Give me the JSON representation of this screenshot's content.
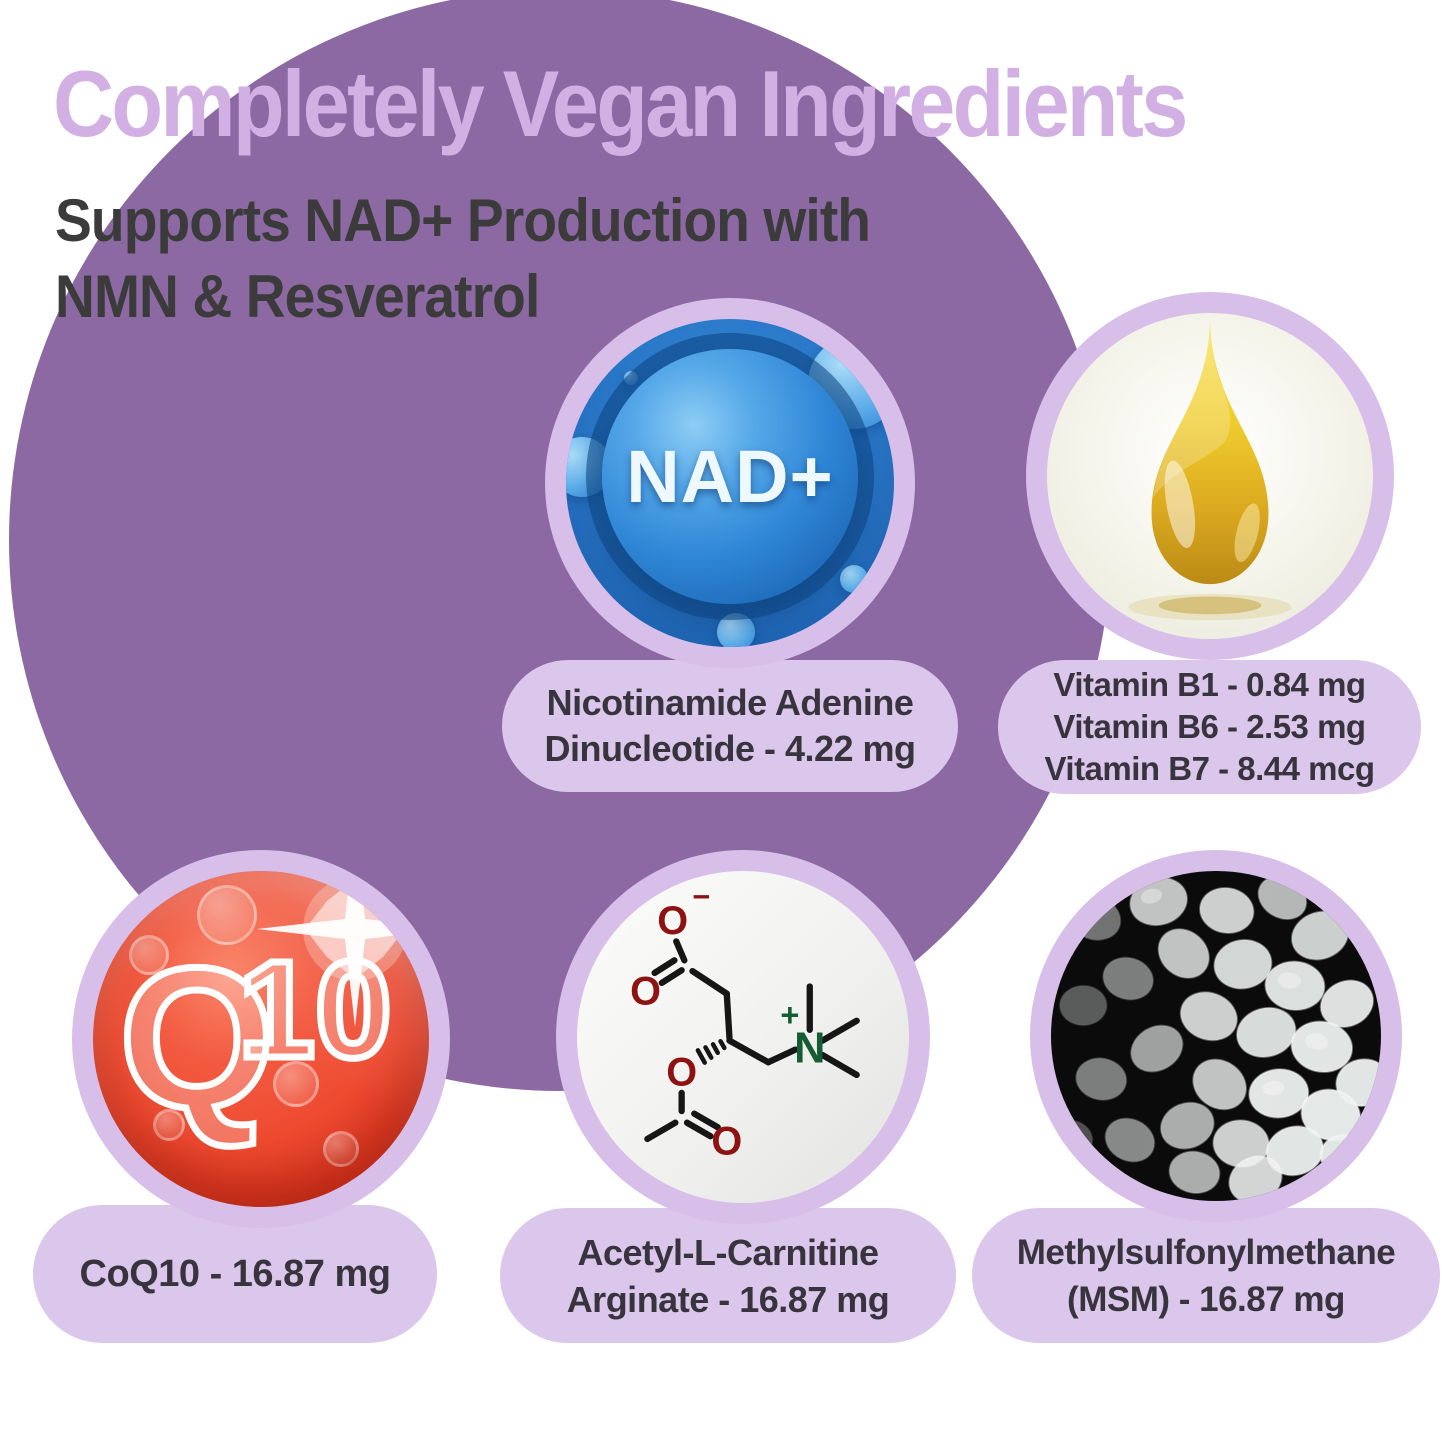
{
  "title": "Completely Vegan Ingredients",
  "subtitle_line1": "Supports NAD+ Production with",
  "subtitle_line2": "NMN & Resveratrol",
  "colors": {
    "background": "#ffffff",
    "big_circle_purple": "#8c69a3",
    "lavender_ring": "#d7bfe9",
    "lavender_pill": "#dbc6ec",
    "title_lavender": "#d2b0e4",
    "subtitle_dark": "#3b3b3b",
    "label_text": "#38343e",
    "nad_blue": "#2f86d6",
    "q10_red": "#ee4a30",
    "oil_gold": "#e3b51d"
  },
  "ingredients": [
    {
      "id": "nad",
      "sphere_text": "NAD+",
      "label_line1": "Nicotinamide Adenine",
      "label_line2": "Dinucleotide - 4.22 mg"
    },
    {
      "id": "vitamin-b",
      "label_line1": "Vitamin B1 - 0.84 mg",
      "label_line2": "Vitamin B6 - 2.53 mg",
      "label_line3": "Vitamin B7 - 8.44 mcg"
    },
    {
      "id": "coq10",
      "sphere_text_q": "Q",
      "sphere_text_10": "10",
      "label_line1": "CoQ10 - 16.87 mg"
    },
    {
      "id": "acetyl-l-carnitine",
      "label_line1": "Acetyl-L-Carnitine",
      "label_line2": "Arginate - 16.87 mg"
    },
    {
      "id": "msm",
      "label_line1": "Methylsulfonylmethane",
      "label_line2": "(MSM) - 16.87 mg"
    }
  ],
  "chem_atoms": {
    "carboxylate_o": "O",
    "carboxylate_charge": "−",
    "carbonyl_o": "O",
    "ester_o": "O",
    "acetyl_o": "O",
    "nitrogen": "N",
    "nitrogen_charge": "+"
  }
}
